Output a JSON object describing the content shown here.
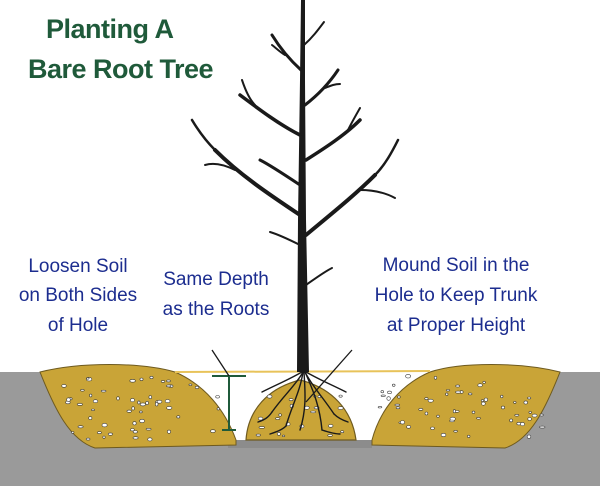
{
  "title": {
    "line1": "Planting A",
    "line2": "Bare Root Tree"
  },
  "labels": {
    "loosen": {
      "lines": [
        "Loosen Soil",
        "on Both Sides",
        "of Hole"
      ]
    },
    "depth": {
      "lines": [
        "Same Depth",
        "as the Roots"
      ]
    },
    "mound": {
      "lines": [
        "Mound Soil in the",
        "Hole to Keep Trunk",
        "at Proper Height"
      ]
    }
  },
  "colors": {
    "title": "#1f5a3a",
    "label": "#1c2d8f",
    "ground": "#9a9a9a",
    "soil": "#c9a437",
    "soil_dark": "#7d6420",
    "tree": "#1a1a1a",
    "soil_line": "#e8c35a",
    "depth_marker": "#1f5a3a"
  }
}
